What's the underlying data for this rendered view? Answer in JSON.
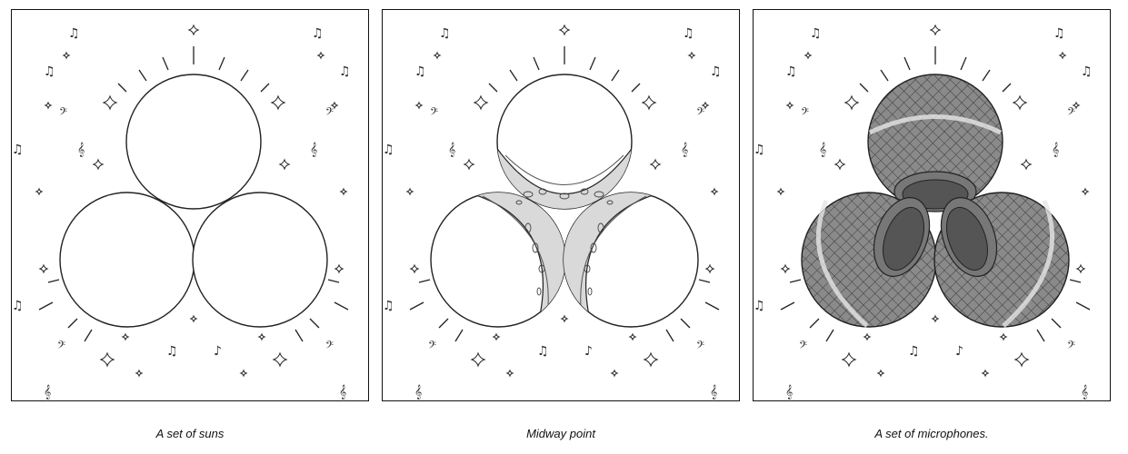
{
  "panels": [
    {
      "id": "suns",
      "caption": "A set of suns"
    },
    {
      "id": "midway",
      "caption": "Midway point"
    },
    {
      "id": "microphones",
      "caption": "A set of microphones."
    }
  ],
  "colors": {
    "line": "#222222",
    "midway_fill": "#d9d9d9",
    "mic_mesh": "#8a8a8a",
    "mic_dark": "#555555",
    "mic_highlight": "#e6e6e6"
  }
}
